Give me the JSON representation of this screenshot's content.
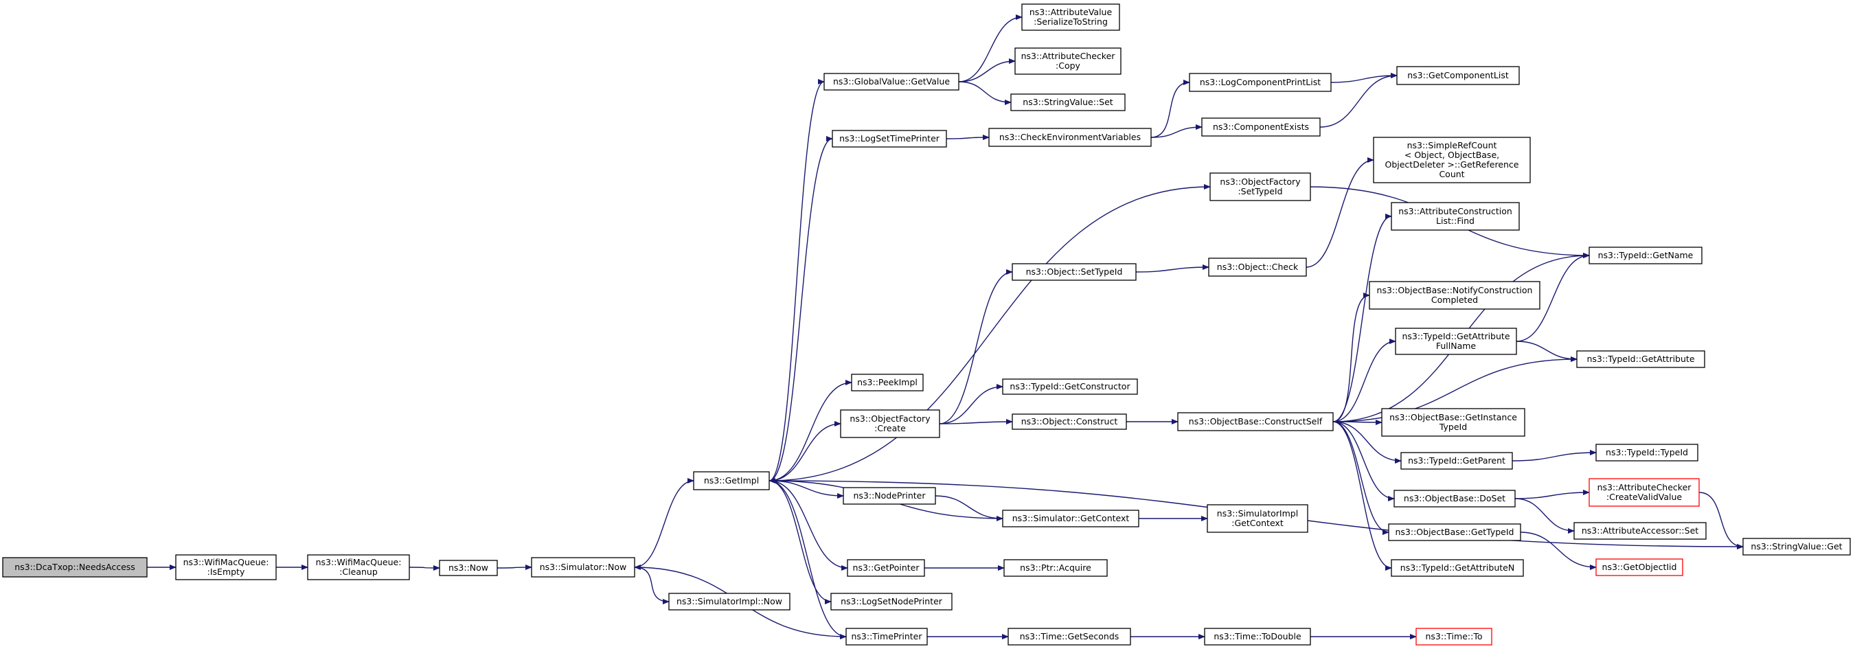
{
  "graph": {
    "nodes": [
      {
        "id": "needsaccess",
        "lines": [
          "ns3::DcaTxop::NeedsAccess"
        ],
        "root": true,
        "red": false
      },
      {
        "id": "isempty",
        "lines": [
          "ns3::WifiMacQueue:",
          ":IsEmpty"
        ],
        "root": false,
        "red": false
      },
      {
        "id": "cleanup",
        "lines": [
          "ns3::WifiMacQueue:",
          ":Cleanup"
        ],
        "root": false,
        "red": false
      },
      {
        "id": "now",
        "lines": [
          "ns3::Now"
        ],
        "root": false,
        "red": false
      },
      {
        "id": "simnow",
        "lines": [
          "ns3::Simulator::Now"
        ],
        "root": false,
        "red": false
      },
      {
        "id": "simimplnow",
        "lines": [
          "ns3::SimulatorImpl::Now"
        ],
        "root": false,
        "red": false
      },
      {
        "id": "getimpl",
        "lines": [
          "ns3::GetImpl"
        ],
        "root": false,
        "red": false
      },
      {
        "id": "gvgetvalue",
        "lines": [
          "ns3::GlobalValue::GetValue"
        ],
        "root": false,
        "red": false
      },
      {
        "id": "avserialize",
        "lines": [
          "ns3::AttributeValue",
          ":SerializeToString"
        ],
        "root": false,
        "red": false
      },
      {
        "id": "accopy",
        "lines": [
          "ns3::AttributeChecker",
          ":Copy"
        ],
        "root": false,
        "red": false
      },
      {
        "id": "svset",
        "lines": [
          "ns3::StringValue::Set"
        ],
        "root": false,
        "red": false
      },
      {
        "id": "logsettimeprinter",
        "lines": [
          "ns3::LogSetTimePrinter"
        ],
        "root": false,
        "red": false
      },
      {
        "id": "checkenv",
        "lines": [
          "ns3::CheckEnvironmentVariables"
        ],
        "root": false,
        "red": false
      },
      {
        "id": "logcompprintlist",
        "lines": [
          "ns3::LogComponentPrintList"
        ],
        "root": false,
        "red": false
      },
      {
        "id": "getcomplist",
        "lines": [
          "ns3::GetComponentList"
        ],
        "root": false,
        "red": false
      },
      {
        "id": "compexists",
        "lines": [
          "ns3::ComponentExists"
        ],
        "root": false,
        "red": false
      },
      {
        "id": "ofsettypeid",
        "lines": [
          "ns3::ObjectFactory",
          ":SetTypeId"
        ],
        "root": false,
        "red": false
      },
      {
        "id": "simplerefcount",
        "lines": [
          "ns3::SimpleRefCount",
          "< Object, ObjectBase,",
          "ObjectDeleter >::GetReference",
          "Count"
        ],
        "root": false,
        "red": false
      },
      {
        "id": "acfind",
        "lines": [
          "ns3::AttributeConstruction",
          "List::Find"
        ],
        "root": false,
        "red": false
      },
      {
        "id": "tidgetname",
        "lines": [
          "ns3::TypeId::GetName"
        ],
        "root": false,
        "red": false
      },
      {
        "id": "objsettypeid",
        "lines": [
          "ns3::Object::SetTypeId"
        ],
        "root": false,
        "red": false
      },
      {
        "id": "objcheck",
        "lines": [
          "ns3::Object::Check"
        ],
        "root": false,
        "red": false
      },
      {
        "id": "obnotify",
        "lines": [
          "ns3::ObjectBase::NotifyConstruction",
          "Completed"
        ],
        "root": false,
        "red": false
      },
      {
        "id": "tidgetattrfull",
        "lines": [
          "ns3::TypeId::GetAttribute",
          "FullName"
        ],
        "root": false,
        "red": false
      },
      {
        "id": "tidgetattr",
        "lines": [
          "ns3::TypeId::GetAttribute"
        ],
        "root": false,
        "red": false
      },
      {
        "id": "peekimpl",
        "lines": [
          "ns3::PeekImpl"
        ],
        "root": false,
        "red": false
      },
      {
        "id": "tidgetconstructor",
        "lines": [
          "ns3::TypeId::GetConstructor"
        ],
        "root": false,
        "red": false
      },
      {
        "id": "ofcreate",
        "lines": [
          "ns3::ObjectFactory",
          ":Create"
        ],
        "root": false,
        "red": false
      },
      {
        "id": "objconstruct",
        "lines": [
          "ns3::Object::Construct"
        ],
        "root": false,
        "red": false
      },
      {
        "id": "obconstructself",
        "lines": [
          "ns3::ObjectBase::ConstructSelf"
        ],
        "root": false,
        "red": false
      },
      {
        "id": "obgetinstance",
        "lines": [
          "ns3::ObjectBase::GetInstance",
          "TypeId"
        ],
        "root": false,
        "red": false
      },
      {
        "id": "tidgetparent",
        "lines": [
          "ns3::TypeId::GetParent"
        ],
        "root": false,
        "red": false
      },
      {
        "id": "tidtypeid",
        "lines": [
          "ns3::TypeId::TypeId"
        ],
        "root": false,
        "red": false
      },
      {
        "id": "nodeprinter",
        "lines": [
          "ns3::NodePrinter"
        ],
        "root": false,
        "red": false
      },
      {
        "id": "simgetcontext",
        "lines": [
          "ns3::Simulator::GetContext"
        ],
        "root": false,
        "red": false
      },
      {
        "id": "simimplgetcontext",
        "lines": [
          "ns3::SimulatorImpl",
          ":GetContext"
        ],
        "root": false,
        "red": false
      },
      {
        "id": "obdoset",
        "lines": [
          "ns3::ObjectBase::DoSet"
        ],
        "root": false,
        "red": false
      },
      {
        "id": "accreatevalid",
        "lines": [
          "ns3::AttributeChecker",
          ":CreateValidValue"
        ],
        "root": false,
        "red": true
      },
      {
        "id": "aaset",
        "lines": [
          "ns3::AttributeAccessor::Set"
        ],
        "root": false,
        "red": false
      },
      {
        "id": "svget",
        "lines": [
          "ns3::StringValue::Get"
        ],
        "root": false,
        "red": false
      },
      {
        "id": "obgettypeid",
        "lines": [
          "ns3::ObjectBase::GetTypeId"
        ],
        "root": false,
        "red": false
      },
      {
        "id": "getobjectiid",
        "lines": [
          "ns3::GetObjectIid"
        ],
        "root": false,
        "red": true
      },
      {
        "id": "getpointer",
        "lines": [
          "ns3::GetPointer"
        ],
        "root": false,
        "red": false
      },
      {
        "id": "ptracquire",
        "lines": [
          "ns3::Ptr::Acquire"
        ],
        "root": false,
        "red": false
      },
      {
        "id": "tidgetattrn",
        "lines": [
          "ns3::TypeId::GetAttributeN"
        ],
        "root": false,
        "red": false
      },
      {
        "id": "logsetnodeprinter",
        "lines": [
          "ns3::LogSetNodePrinter"
        ],
        "root": false,
        "red": false
      },
      {
        "id": "timeprinter",
        "lines": [
          "ns3::TimePrinter"
        ],
        "root": false,
        "red": false
      },
      {
        "id": "timegetseconds",
        "lines": [
          "ns3::Time::GetSeconds"
        ],
        "root": false,
        "red": false
      },
      {
        "id": "timetodouble",
        "lines": [
          "ns3::Time::ToDouble"
        ],
        "root": false,
        "red": false
      },
      {
        "id": "timeto",
        "lines": [
          "ns3::Time::To"
        ],
        "root": false,
        "red": true
      }
    ],
    "edges": [
      [
        "needsaccess",
        "isempty"
      ],
      [
        "isempty",
        "cleanup"
      ],
      [
        "cleanup",
        "now"
      ],
      [
        "now",
        "simnow"
      ],
      [
        "simnow",
        "getimpl"
      ],
      [
        "simnow",
        "simimplnow"
      ],
      [
        "getimpl",
        "gvgetvalue"
      ],
      [
        "getimpl",
        "logsettimeprinter"
      ],
      [
        "getimpl",
        "ofsettypeid"
      ],
      [
        "getimpl",
        "peekimpl"
      ],
      [
        "getimpl",
        "ofcreate"
      ],
      [
        "getimpl",
        "nodeprinter"
      ],
      [
        "getimpl",
        "getpointer"
      ],
      [
        "getimpl",
        "logsetnodeprinter"
      ],
      [
        "getimpl",
        "timeprinter"
      ],
      [
        "getimpl",
        "svget"
      ],
      [
        "gvgetvalue",
        "avserialize"
      ],
      [
        "gvgetvalue",
        "accopy"
      ],
      [
        "gvgetvalue",
        "svset"
      ],
      [
        "logsettimeprinter",
        "checkenv"
      ],
      [
        "checkenv",
        "logcompprintlist"
      ],
      [
        "checkenv",
        "compexists"
      ],
      [
        "logcompprintlist",
        "getcomplist"
      ],
      [
        "compexists",
        "getcomplist"
      ],
      [
        "ofsettypeid",
        "tidgetname"
      ],
      [
        "ofcreate",
        "objsettypeid"
      ],
      [
        "ofcreate",
        "tidgetconstructor"
      ],
      [
        "ofcreate",
        "objconstruct"
      ],
      [
        "objsettypeid",
        "objcheck"
      ],
      [
        "objcheck",
        "simplerefcount"
      ],
      [
        "objconstruct",
        "obconstructself"
      ],
      [
        "obconstructself",
        "acfind"
      ],
      [
        "obconstructself",
        "tidgetname"
      ],
      [
        "obconstructself",
        "obnotify"
      ],
      [
        "obconstructself",
        "tidgetattrfull"
      ],
      [
        "obconstructself",
        "tidgetattr"
      ],
      [
        "obconstructself",
        "obgetinstance"
      ],
      [
        "obconstructself",
        "tidgetparent"
      ],
      [
        "obconstructself",
        "obdoset"
      ],
      [
        "obconstructself",
        "obgettypeid"
      ],
      [
        "obconstructself",
        "tidgetattrn"
      ],
      [
        "tidgetattrfull",
        "tidgetname"
      ],
      [
        "tidgetattrfull",
        "tidgetattr"
      ],
      [
        "tidgetparent",
        "tidtypeid"
      ],
      [
        "obdoset",
        "accreatevalid"
      ],
      [
        "obdoset",
        "aaset"
      ],
      [
        "accreatevalid",
        "svget"
      ],
      [
        "obgettypeid",
        "getobjectiid"
      ],
      [
        "nodeprinter",
        "simgetcontext"
      ],
      [
        "simgetcontext",
        "getimpl"
      ],
      [
        "simgetcontext",
        "simimplgetcontext"
      ],
      [
        "getpointer",
        "ptracquire"
      ],
      [
        "timeprinter",
        "simnow"
      ],
      [
        "timeprinter",
        "timegetseconds"
      ],
      [
        "timegetseconds",
        "timetodouble"
      ],
      [
        "timetodouble",
        "timeto"
      ]
    ]
  }
}
